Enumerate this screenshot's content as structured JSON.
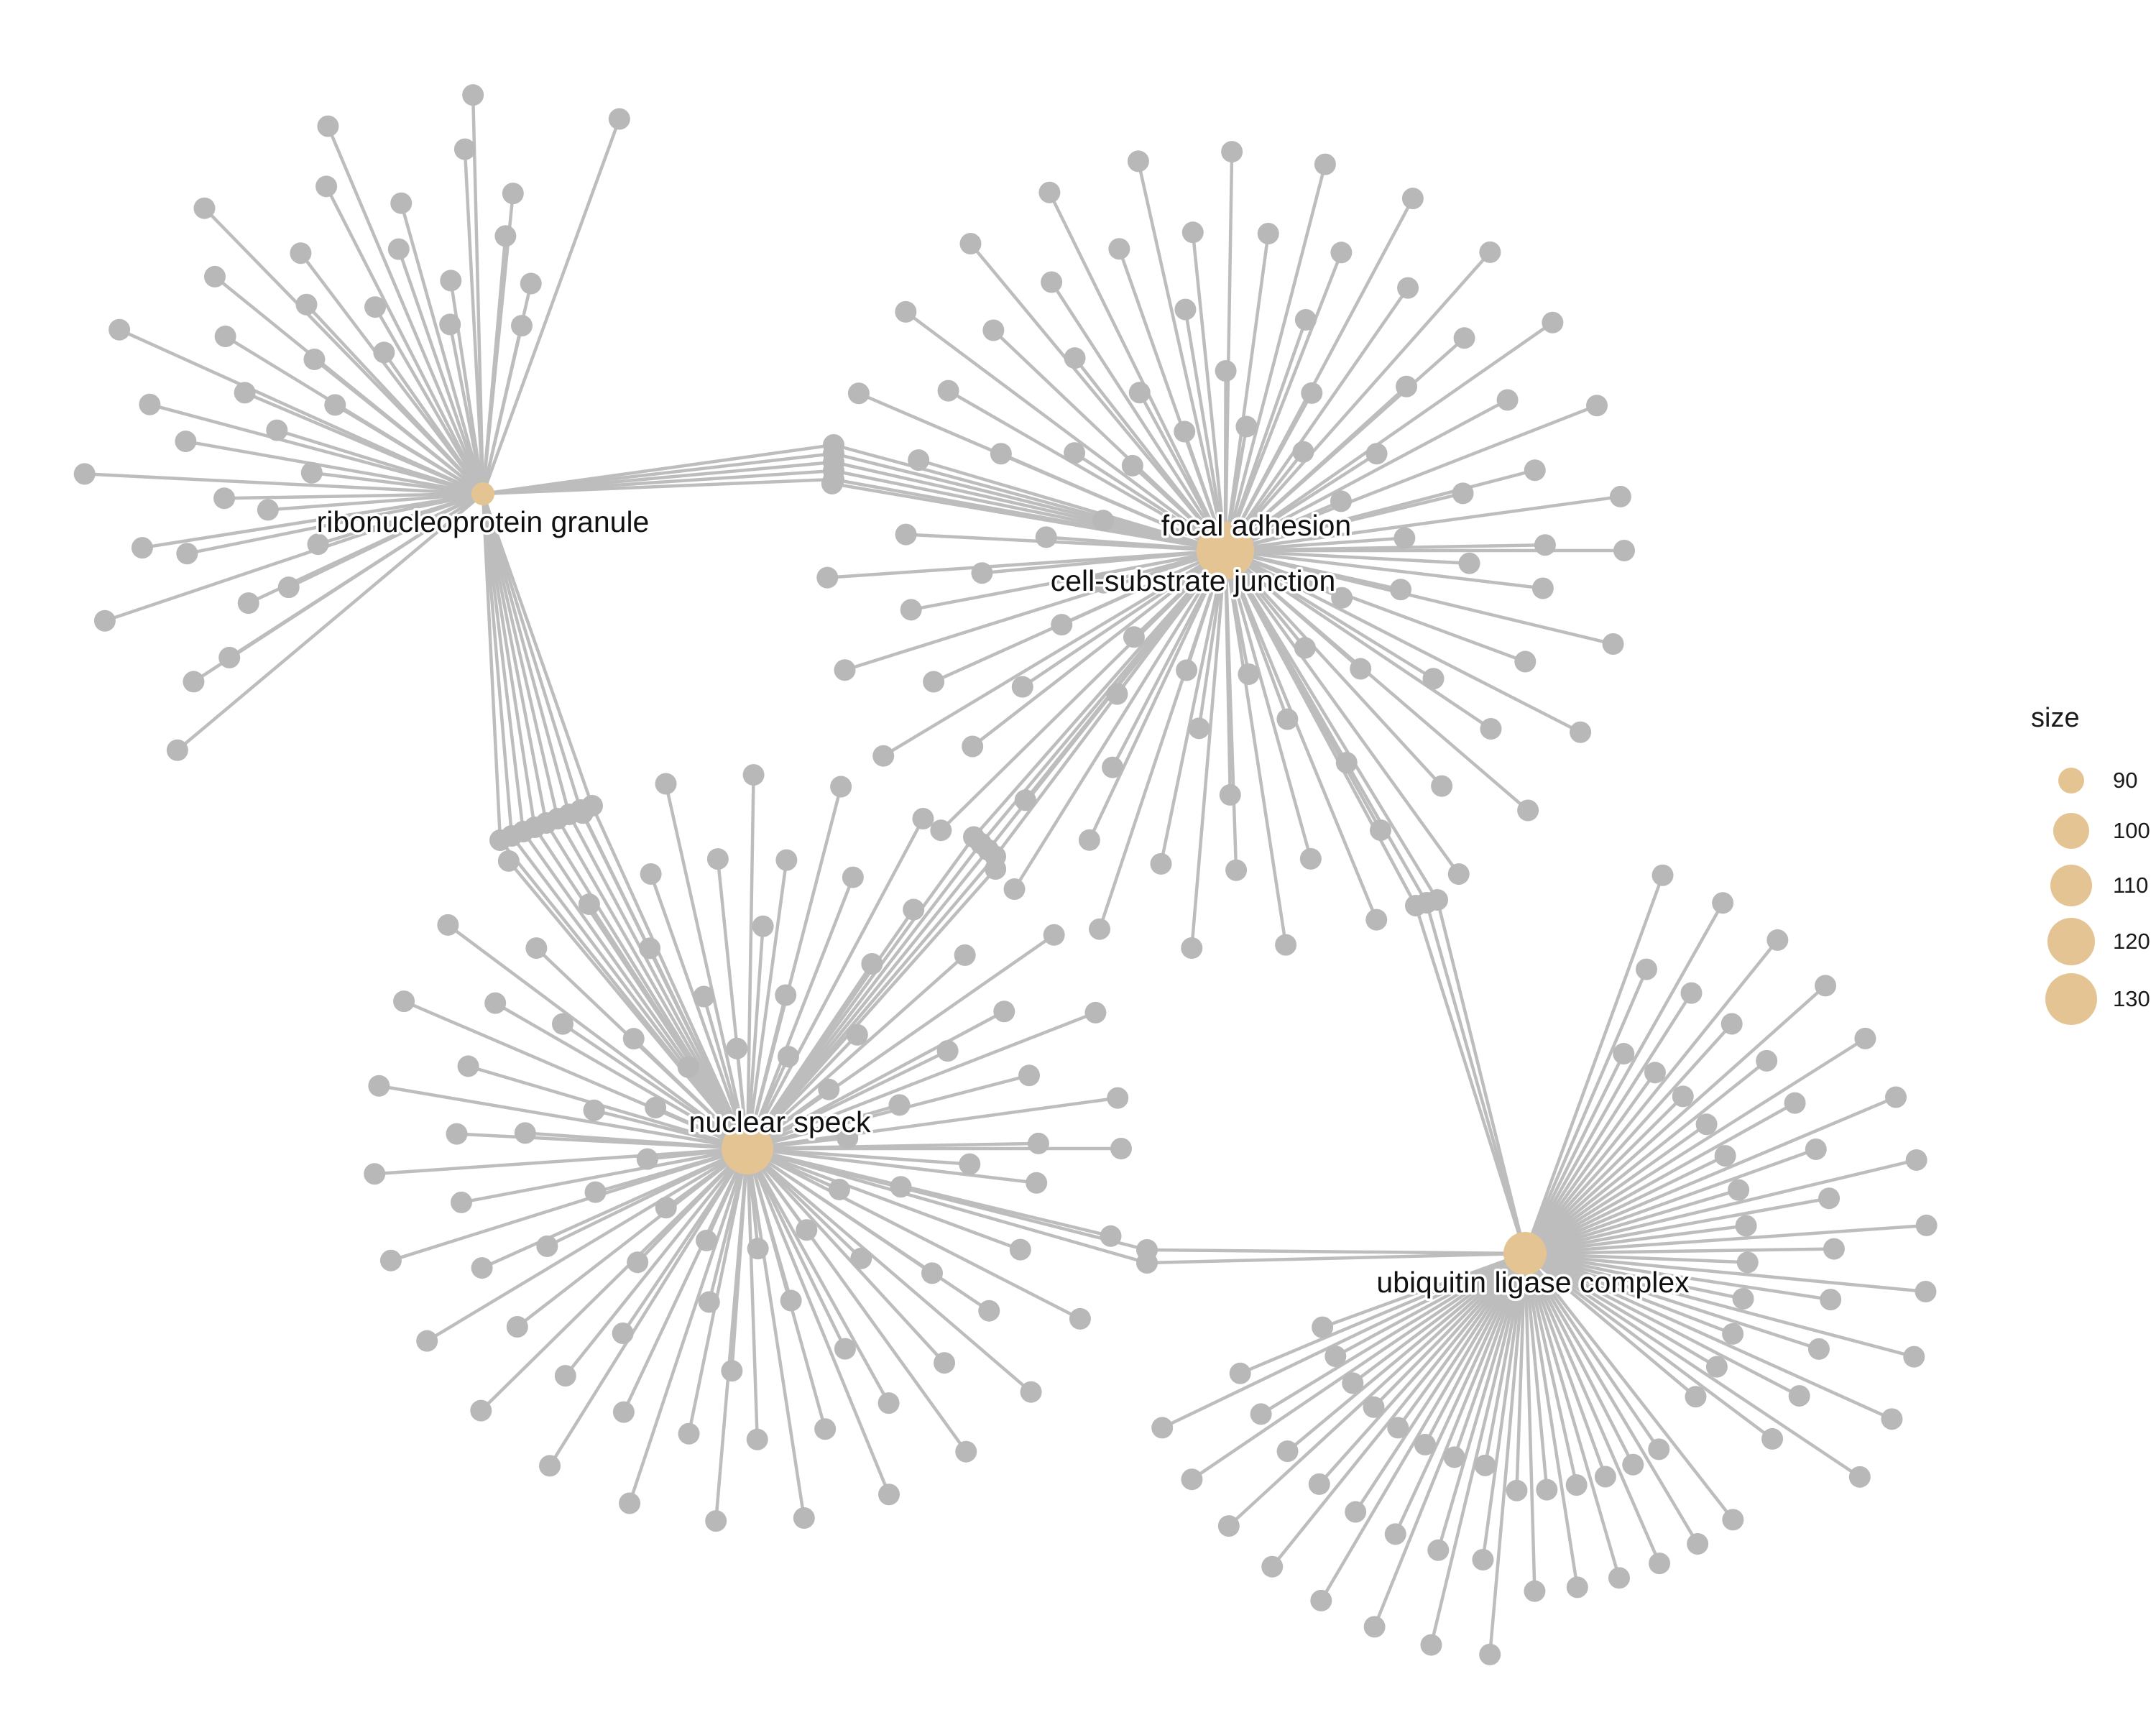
{
  "diagram": {
    "type": "category-gene network",
    "edge_color": "#bdbdbd",
    "gene_node_color": "#b8b8b8",
    "term_node_color": "#e5c494",
    "terms": [
      {
        "id": "rnp",
        "label": "ribonucleoprotein granule",
        "size": 85
      },
      {
        "id": "fa",
        "label": "focal adhesion",
        "size": 128
      },
      {
        "id": "csj",
        "label": "cell-substrate junction",
        "size": 130
      },
      {
        "id": "ns",
        "label": "nuclear speck",
        "size": 118
      },
      {
        "id": "ulc",
        "label": "ubiquitin ligase complex",
        "size": 108
      }
    ],
    "shared_gene_bridges": [
      {
        "between": [
          "rnp",
          "fa"
        ],
        "genes": 5
      },
      {
        "between": [
          "rnp",
          "ns"
        ],
        "genes": 9
      },
      {
        "between": [
          "fa",
          "ns"
        ],
        "genes": 4
      },
      {
        "between": [
          "fa",
          "ulc"
        ],
        "genes": 3
      },
      {
        "between": [
          "ns",
          "ulc"
        ],
        "genes": 2
      }
    ]
  },
  "legend": {
    "title": "size",
    "entries": [
      {
        "label": "90",
        "value": 90
      },
      {
        "label": "100",
        "value": 100
      },
      {
        "label": "110",
        "value": 110
      },
      {
        "label": "120",
        "value": 120
      },
      {
        "label": "130",
        "value": 130
      }
    ]
  }
}
